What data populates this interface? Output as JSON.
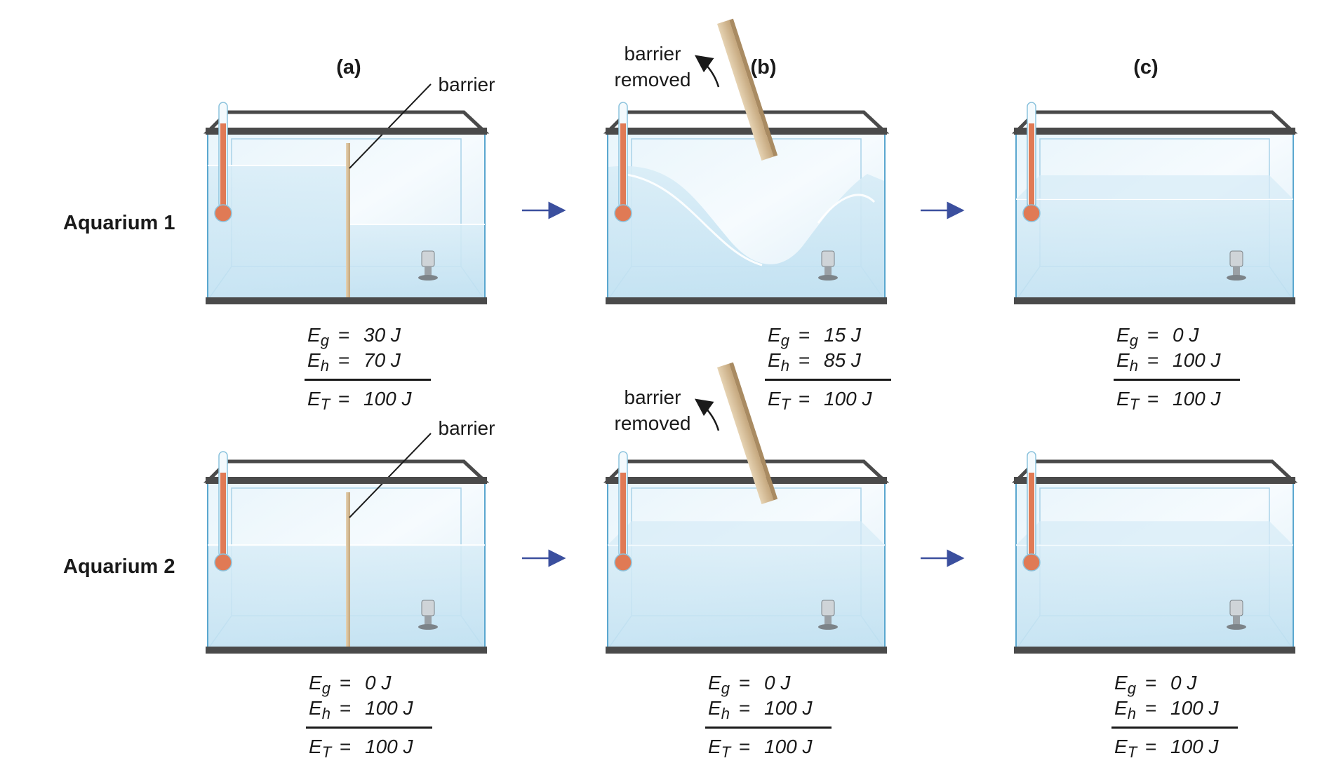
{
  "columns": [
    {
      "id": "a",
      "label": "(a)"
    },
    {
      "id": "b",
      "label": "(b)"
    },
    {
      "id": "c",
      "label": "(c)"
    }
  ],
  "rows": [
    {
      "label": "Aquarium 1"
    },
    {
      "label": "Aquarium 2"
    }
  ],
  "annotations": {
    "barrier": "barrier",
    "barrier_removed_line1": "barrier",
    "barrier_removed_line2": "removed"
  },
  "symbols": {
    "Eg": {
      "base": "E",
      "sub": "g"
    },
    "Eh": {
      "base": "E",
      "sub": "h"
    },
    "ET": {
      "base": "E",
      "sub": "T"
    },
    "equals": "="
  },
  "energies": {
    "aq1": {
      "a": {
        "Eg": "30 J",
        "Eh": "70 J",
        "ET": "100 J"
      },
      "b": {
        "Eg": "15 J",
        "Eh": "85 J",
        "ET": "100 J"
      },
      "c": {
        "Eg": "0 J",
        "Eh": "100 J",
        "ET": "100 J"
      }
    },
    "aq2": {
      "a": {
        "Eg": "0 J",
        "Eh": "100 J",
        "ET": "100 J"
      },
      "b": {
        "Eg": "0 J",
        "Eh": "100 J",
        "ET": "100 J"
      },
      "c": {
        "Eg": "0 J",
        "Eh": "100 J",
        "ET": "100 J"
      }
    }
  },
  "colors": {
    "frame": "#4a4a4a",
    "glass_edge": "#5aa7cf",
    "water": "#cfe8f5",
    "barrier": "#c9ae86",
    "thermometer": "#e07a55",
    "arrow": "#3b4f9e"
  }
}
